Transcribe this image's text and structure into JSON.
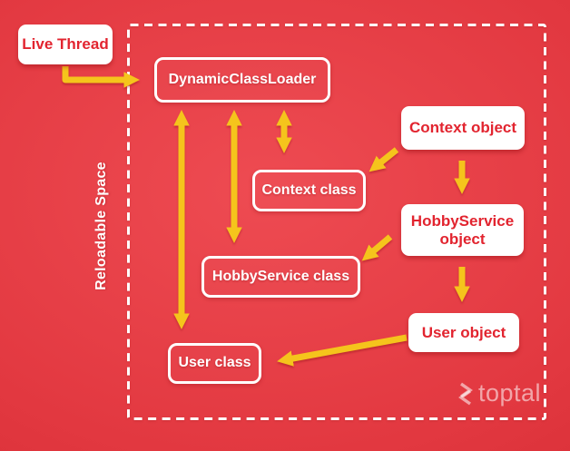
{
  "diagram": {
    "region_label": "Reloadable Space",
    "nodes": {
      "live_thread": {
        "label": "Live Thread",
        "type": "filled"
      },
      "dynamic_class_loader": {
        "label": "DynamicClassLoader",
        "type": "outline"
      },
      "context_class": {
        "label": "Context class",
        "type": "outline"
      },
      "hobbyservice_class": {
        "label": "HobbyService class",
        "type": "outline"
      },
      "user_class": {
        "label": "User class",
        "type": "outline"
      },
      "context_object": {
        "label": "Context object",
        "type": "filled"
      },
      "hobbyservice_object": {
        "label": "HobbyService object",
        "type": "filled"
      },
      "user_object": {
        "label": "User object",
        "type": "filled"
      }
    },
    "edges": [
      {
        "from": "live_thread",
        "to": "dynamic_class_loader",
        "heads": "single"
      },
      {
        "from": "dynamic_class_loader",
        "to": "user_class",
        "heads": "double"
      },
      {
        "from": "dynamic_class_loader",
        "to": "hobbyservice_class",
        "heads": "double"
      },
      {
        "from": "dynamic_class_loader",
        "to": "context_class",
        "heads": "double"
      },
      {
        "from": "context_object",
        "to": "context_class",
        "heads": "single"
      },
      {
        "from": "context_object",
        "to": "hobbyservice_object",
        "heads": "single"
      },
      {
        "from": "hobbyservice_object",
        "to": "hobbyservice_class",
        "heads": "single"
      },
      {
        "from": "hobbyservice_object",
        "to": "user_object",
        "heads": "single"
      },
      {
        "from": "user_object",
        "to": "user_class",
        "heads": "single"
      }
    ],
    "colors": {
      "background_center": "#ee4b52",
      "background_edge": "#d0262e",
      "arrow_yellow": "#f5c41c",
      "box_white": "#ffffff",
      "red_text": "#e2242f"
    },
    "watermark": {
      "text": "toptal"
    }
  }
}
